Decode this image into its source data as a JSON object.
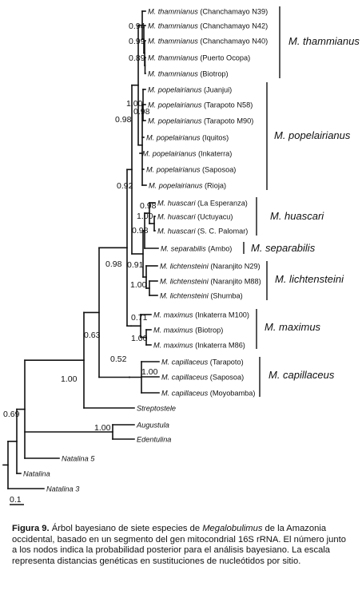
{
  "tree": {
    "leaves": [
      {
        "id": "t1",
        "species": "M. thammianus",
        "locality": "(Chanchamayo N39)"
      },
      {
        "id": "t2",
        "species": "M. thammianus",
        "locality": "(Chanchamayo N42)"
      },
      {
        "id": "t3",
        "species": "M. thammianus",
        "locality": "(Chanchamayo N40)"
      },
      {
        "id": "t4",
        "species": "M. thammianus",
        "locality": "(Puerto Ocopa)"
      },
      {
        "id": "t5",
        "species": "M. thammianus",
        "locality": "(Biotrop)"
      },
      {
        "id": "p1",
        "species": "M. popelairianus",
        "locality": "(Juanjui)"
      },
      {
        "id": "p2",
        "species": "M. popelairianus",
        "locality": "(Tarapoto N58)"
      },
      {
        "id": "p3",
        "species": "M. popelairianus",
        "locality": "(Tarapoto M90)"
      },
      {
        "id": "p4",
        "species": "M. popelairianus",
        "locality": "(Iquitos)"
      },
      {
        "id": "p5",
        "species": "M. popelairianus",
        "locality": "(Inkaterra)"
      },
      {
        "id": "p6",
        "species": "M. popelairianus",
        "locality": "(Saposoa)"
      },
      {
        "id": "p7",
        "species": "M. popelairianus",
        "locality": "(Rioja)"
      },
      {
        "id": "h1",
        "species": "M. huascari",
        "locality": "(La Esperanza)"
      },
      {
        "id": "h2",
        "species": "M. huascari",
        "locality": "(Uctuyacu)"
      },
      {
        "id": "h3",
        "species": "M. huascari",
        "locality": "(S. C. Palomar)"
      },
      {
        "id": "s1",
        "species": "M. separabilis",
        "locality": "(Ambo)"
      },
      {
        "id": "l1",
        "species": "M. lichtensteini",
        "locality": "(Naranjito N29)"
      },
      {
        "id": "l2",
        "species": "M. lichtensteini",
        "locality": "(Naranjito M88)"
      },
      {
        "id": "l3",
        "species": "M. lichtensteini",
        "locality": "(Shumba)"
      },
      {
        "id": "m1",
        "species": "M. maximus",
        "locality": "(Inkaterra M100)"
      },
      {
        "id": "m2",
        "species": "M. maximus",
        "locality": "(Biotrop)"
      },
      {
        "id": "m3",
        "species": "M. maximus",
        "locality": "(Inkaterra M86)"
      },
      {
        "id": "c1",
        "species": "M. capillaceus",
        "locality": "(Tarapoto)"
      },
      {
        "id": "c2",
        "species": "M. capillaceus",
        "locality": "(Saposoa)"
      },
      {
        "id": "c3",
        "species": "M. capillaceus",
        "locality": "(Moyobamba)"
      },
      {
        "id": "o1",
        "species": "Streptostele",
        "locality": ""
      },
      {
        "id": "o2",
        "species": "Augustula",
        "locality": ""
      },
      {
        "id": "o3",
        "species": "Edentulina",
        "locality": ""
      },
      {
        "id": "o4",
        "species": "Natalina 5",
        "locality": ""
      },
      {
        "id": "o5",
        "species": "Natalina",
        "locality": ""
      },
      {
        "id": "o6",
        "species": "Natalina 3",
        "locality": ""
      }
    ],
    "support": [
      {
        "id": "s_t2",
        "value": "0.94"
      },
      {
        "id": "s_t3",
        "value": "0.99"
      },
      {
        "id": "s_t4",
        "value": "0.89"
      },
      {
        "id": "s_pop100",
        "value": "1.00"
      },
      {
        "id": "s_pop98a",
        "value": "0.98"
      },
      {
        "id": "s_pop98b",
        "value": "0.98"
      },
      {
        "id": "s_092",
        "value": "0.92"
      },
      {
        "id": "s_hua98",
        "value": "0.98"
      },
      {
        "id": "s_hua100",
        "value": "1.00"
      },
      {
        "id": "s_hs98",
        "value": "0.98"
      },
      {
        "id": "s_lic91",
        "value": "0.91"
      },
      {
        "id": "s_lic100",
        "value": "1.00"
      },
      {
        "id": "s_root98",
        "value": "0.98"
      },
      {
        "id": "s_max71",
        "value": "0.71"
      },
      {
        "id": "s_max100",
        "value": "1.00"
      },
      {
        "id": "s_052",
        "value": "0.52"
      },
      {
        "id": "s_cap100",
        "value": "1.00"
      },
      {
        "id": "s_063",
        "value": "0.63"
      },
      {
        "id": "s_meg100",
        "value": "1.00"
      },
      {
        "id": "s_aug100",
        "value": "1.00"
      },
      {
        "id": "s_069",
        "value": "0.69"
      }
    ],
    "clades": [
      {
        "id": "thammianus",
        "label": "M. thammianus"
      },
      {
        "id": "popelairianus",
        "label": "M. popelairianus"
      },
      {
        "id": "huascari",
        "label": "M. huascari"
      },
      {
        "id": "separabilis",
        "label": "M. separabilis"
      },
      {
        "id": "lichtensteini",
        "label": "M. lichtensteini"
      },
      {
        "id": "maximus",
        "label": "M. maximus"
      },
      {
        "id": "capillaceus",
        "label": "M. capillaceus"
      }
    ],
    "scale_label": "0.1"
  },
  "caption": {
    "label": "Figura 9.",
    "text_a": " Árbol bayesiano de siete especies de ",
    "genus": "Megalobulimus",
    "text_b": " de la Amazonia occidental, basado en un segmento del gen mitocondrial 16S rRNA. El número junto a los nodos indica la probabilidad posterior para el análisis bayesiano. La escala representa distancias genéticas en sustituciones de nucleótidos por sitio."
  }
}
